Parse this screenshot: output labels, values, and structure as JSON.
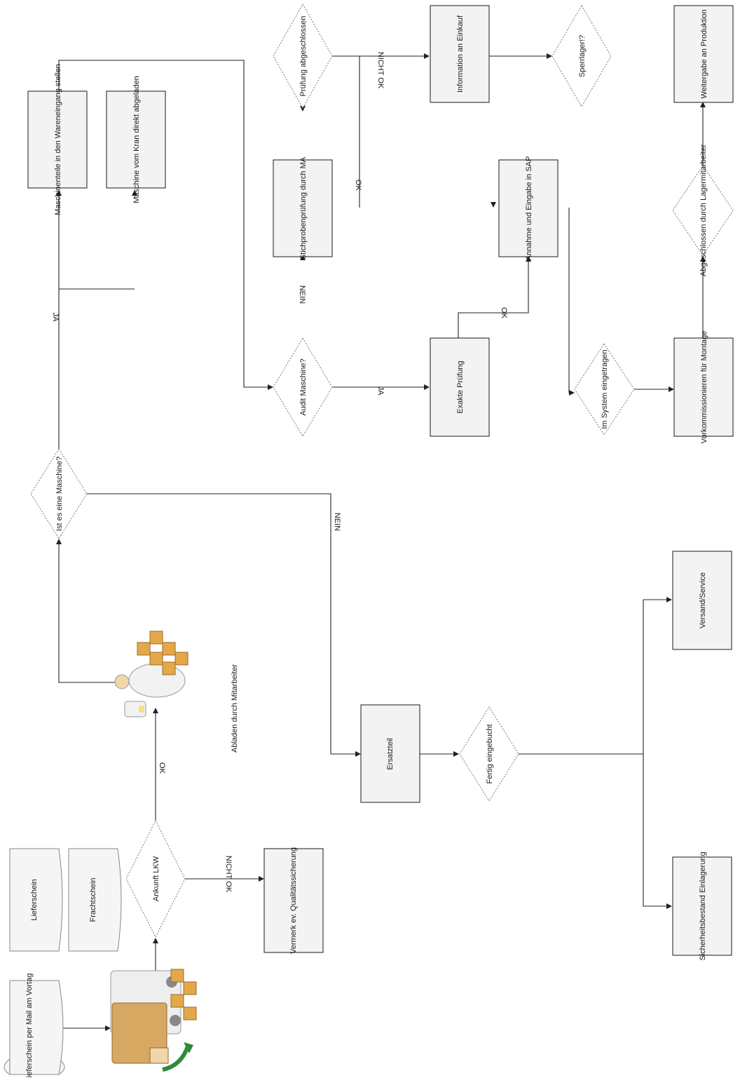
{
  "diagram": {
    "nodes": {
      "n_liefer_mail": "Lieferschein per Mail am Vortag",
      "n_lieferschein": "Lieferschein",
      "n_frachtschein": "Frachtschein",
      "n_ankunft": "Ankunft LKW",
      "n_vermerk": "Vermerk ev. Qualitätssicherung",
      "n_abladen": "Abladen durch Mitarbeiter",
      "n_ist_maschine": "Ist es eine Maschine?",
      "n_ersatzteil": "Ersatzteil",
      "n_fertig": "Fertig eingebucht",
      "n_sicherheit": "Sicherheitsbestand Einlagerung",
      "n_versand": "Versand/Service",
      "n_wareneingang": "Maschinenteile in den Wareneingang stellen",
      "n_kran": "Maschine vom Kran direkt abgeladen",
      "n_audit": "Audit Maschine?",
      "n_exakte": "Exakte Prüfung",
      "n_stichprobe": "Stichprobenprüfung durch MA",
      "n_pruefung": "Prüfung abgeschlossen",
      "n_info_einkauf": "Information an Einkauf",
      "n_sperrlager": "Sperrlager!?",
      "n_annahme": "Annahme und Eingabe in SAP",
      "n_im_system": "Im System eingetragen",
      "n_vorkommission": "Vorkommissionieren für Montage",
      "n_abgeschlossen": "Abgeschlossen durch Lagermitarbeiter",
      "n_weitergabe": "Weitergabe an Produktion"
    },
    "edge_labels": {
      "e_nicht_ok_1": "NICHT OK",
      "e_ok_1": "OK",
      "e_nein_1": "NEIN",
      "e_ja_1": "JA",
      "e_ja_2": "JA",
      "e_nein_2": "NEIN",
      "e_nicht_ok_2": "NICHT OK",
      "e_ok_2": "OK",
      "e_ok_3": "OK"
    }
  }
}
